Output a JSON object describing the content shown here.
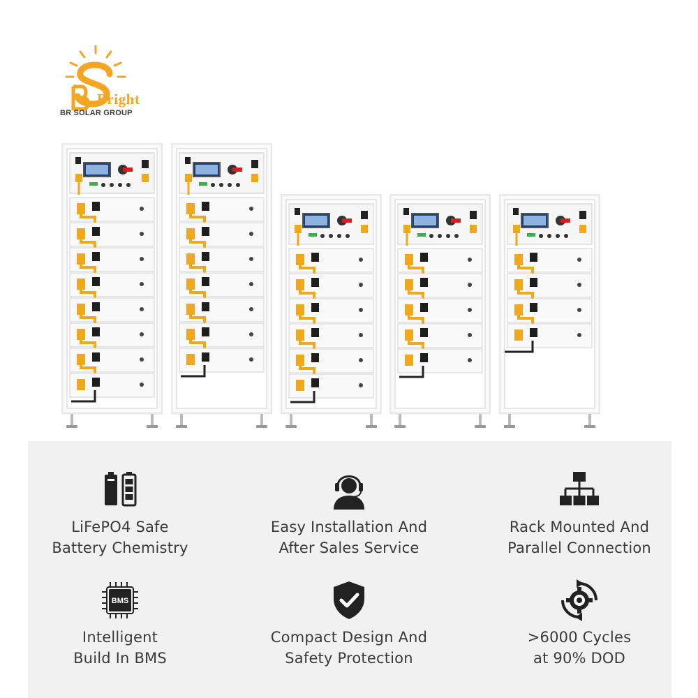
{
  "brand": {
    "logo_letters": "Bright",
    "group_name": "BR SOLAR GROUP",
    "accent_color": "#f4a623",
    "text_color": "#3a3a3a"
  },
  "products": {
    "racks": [
      {
        "name": "rack-1",
        "modules": 8
      },
      {
        "name": "rack-2",
        "modules": 7
      },
      {
        "name": "rack-3",
        "modules": 6
      },
      {
        "name": "rack-4",
        "modules": 5
      },
      {
        "name": "rack-5",
        "modules": 4
      }
    ],
    "connector_color": "#f0a81c",
    "frame_color": "#e9e9e9"
  },
  "features": [
    {
      "icon": "battery-icon",
      "lines": [
        "LiFePO4 Safe",
        "Battery Chemistry"
      ]
    },
    {
      "icon": "headset-support-icon",
      "lines": [
        "Easy Installation And",
        "After Sales Service"
      ]
    },
    {
      "icon": "network-hierarchy-icon",
      "lines": [
        "Rack Mounted And",
        "Parallel Connection"
      ]
    },
    {
      "icon": "bms-chip-icon",
      "icon_label": "BMS",
      "lines": [
        "Intelligent",
        "Build In BMS"
      ]
    },
    {
      "icon": "shield-check-icon",
      "lines": [
        "Compact Design And",
        "Safety Protection"
      ]
    },
    {
      "icon": "cycle-gear-icon",
      "lines": [
        ">6000 Cycles",
        "at 90% DOD"
      ]
    }
  ]
}
